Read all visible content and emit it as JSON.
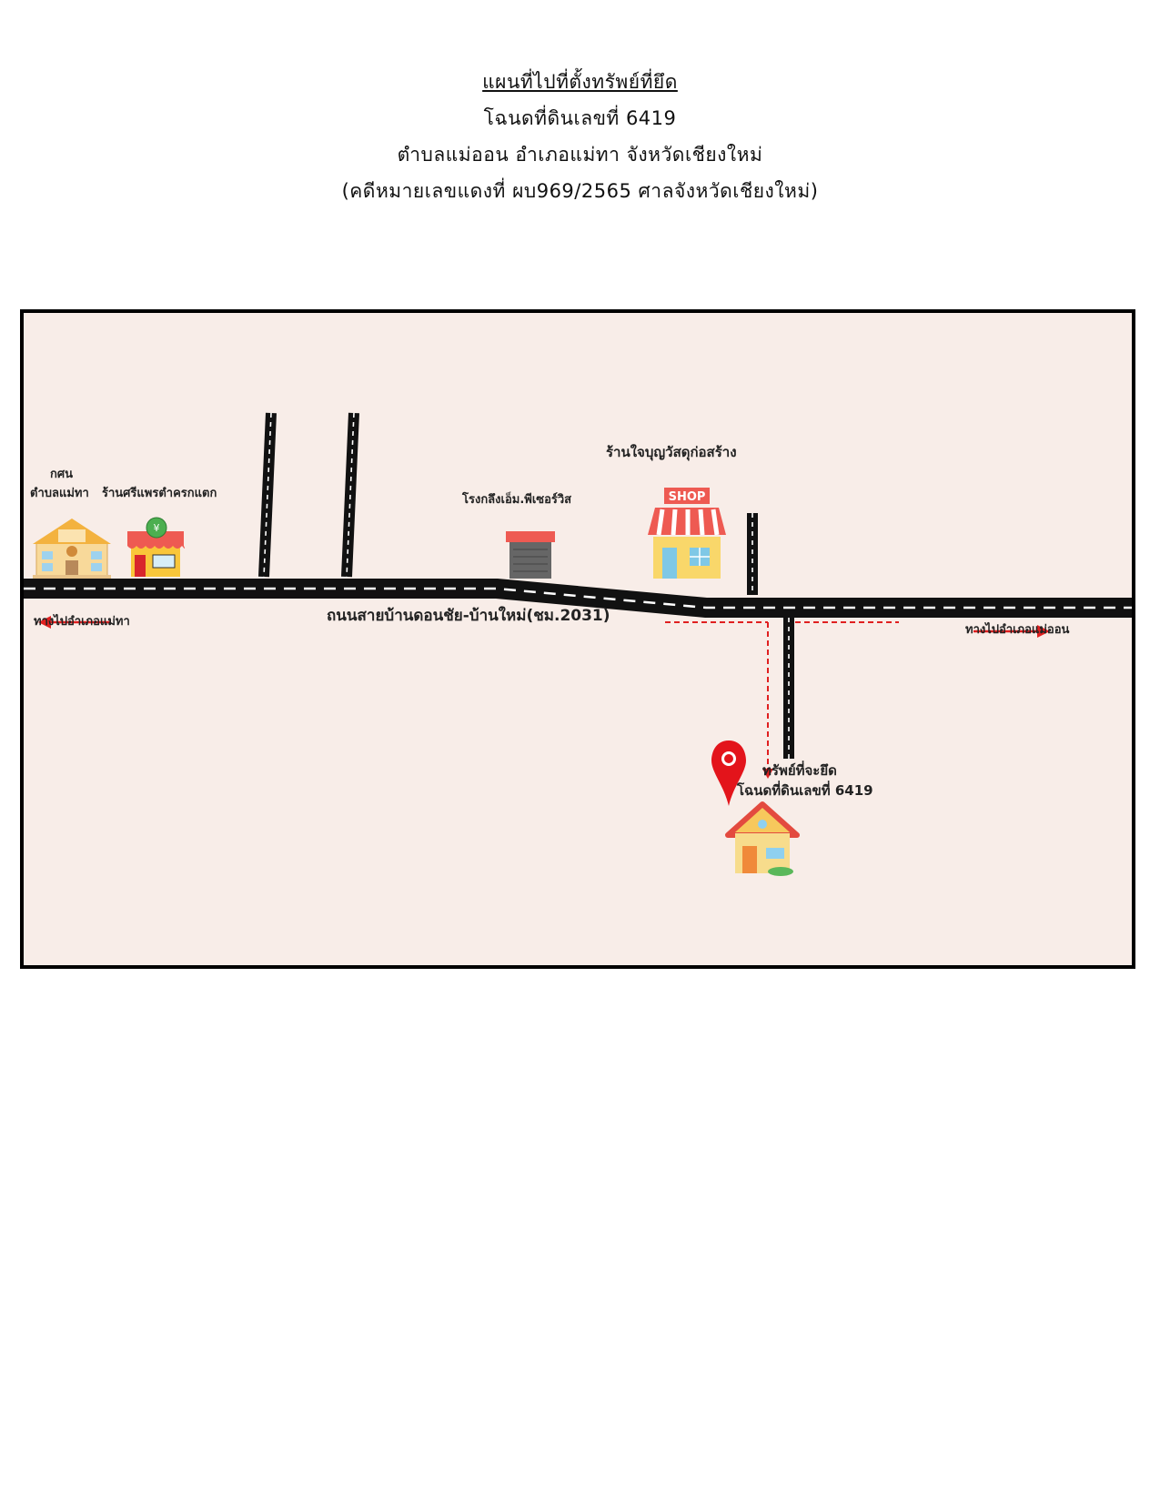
{
  "header": {
    "title": "แผนที่ไปที่ตั้งทรัพย์ที่ยึด",
    "deed": "โฉนดที่ดินเลขที่ 6419",
    "location": "ตำบลแม่ออน อำเภอแม่ทา จังหวัดเชียงใหม่",
    "case": "(คดีหมายเลขแดงที่ ผบ969/2565 ศาลจังหวัดเชียงใหม่)"
  },
  "map": {
    "landmarks": {
      "school_line1": "กศน",
      "school_line2": "ตำบลแม่ทา",
      "restaurant": "ร้านศรีแพรตำครกแตก",
      "mill": "โรงกลึงเอ็ม.พีเซอร์วิส",
      "hardware_store": "ร้านใจบุญวัสดุก่อสร้าง",
      "shop_sign": "SHOP"
    },
    "road_name": "ถนนสายบ้านดอนชัย-บ้านใหม่(ชม.2031)",
    "direction_left": "ทางไปอำเภอแม่ทา",
    "direction_right": "ทางไปอำเภอแม่ออน",
    "target_line1": "ทรัพย์ที่จะยึด",
    "target_line2": "โฉนดที่ดินเลขที่ 6419"
  },
  "colors": {
    "map_background": "#f8ede8",
    "road": "#111111",
    "road_marking": "#ffffff",
    "arrow_red": "#e02020",
    "pin_red": "#e3141b",
    "shop_awning": "#ee5a52"
  }
}
